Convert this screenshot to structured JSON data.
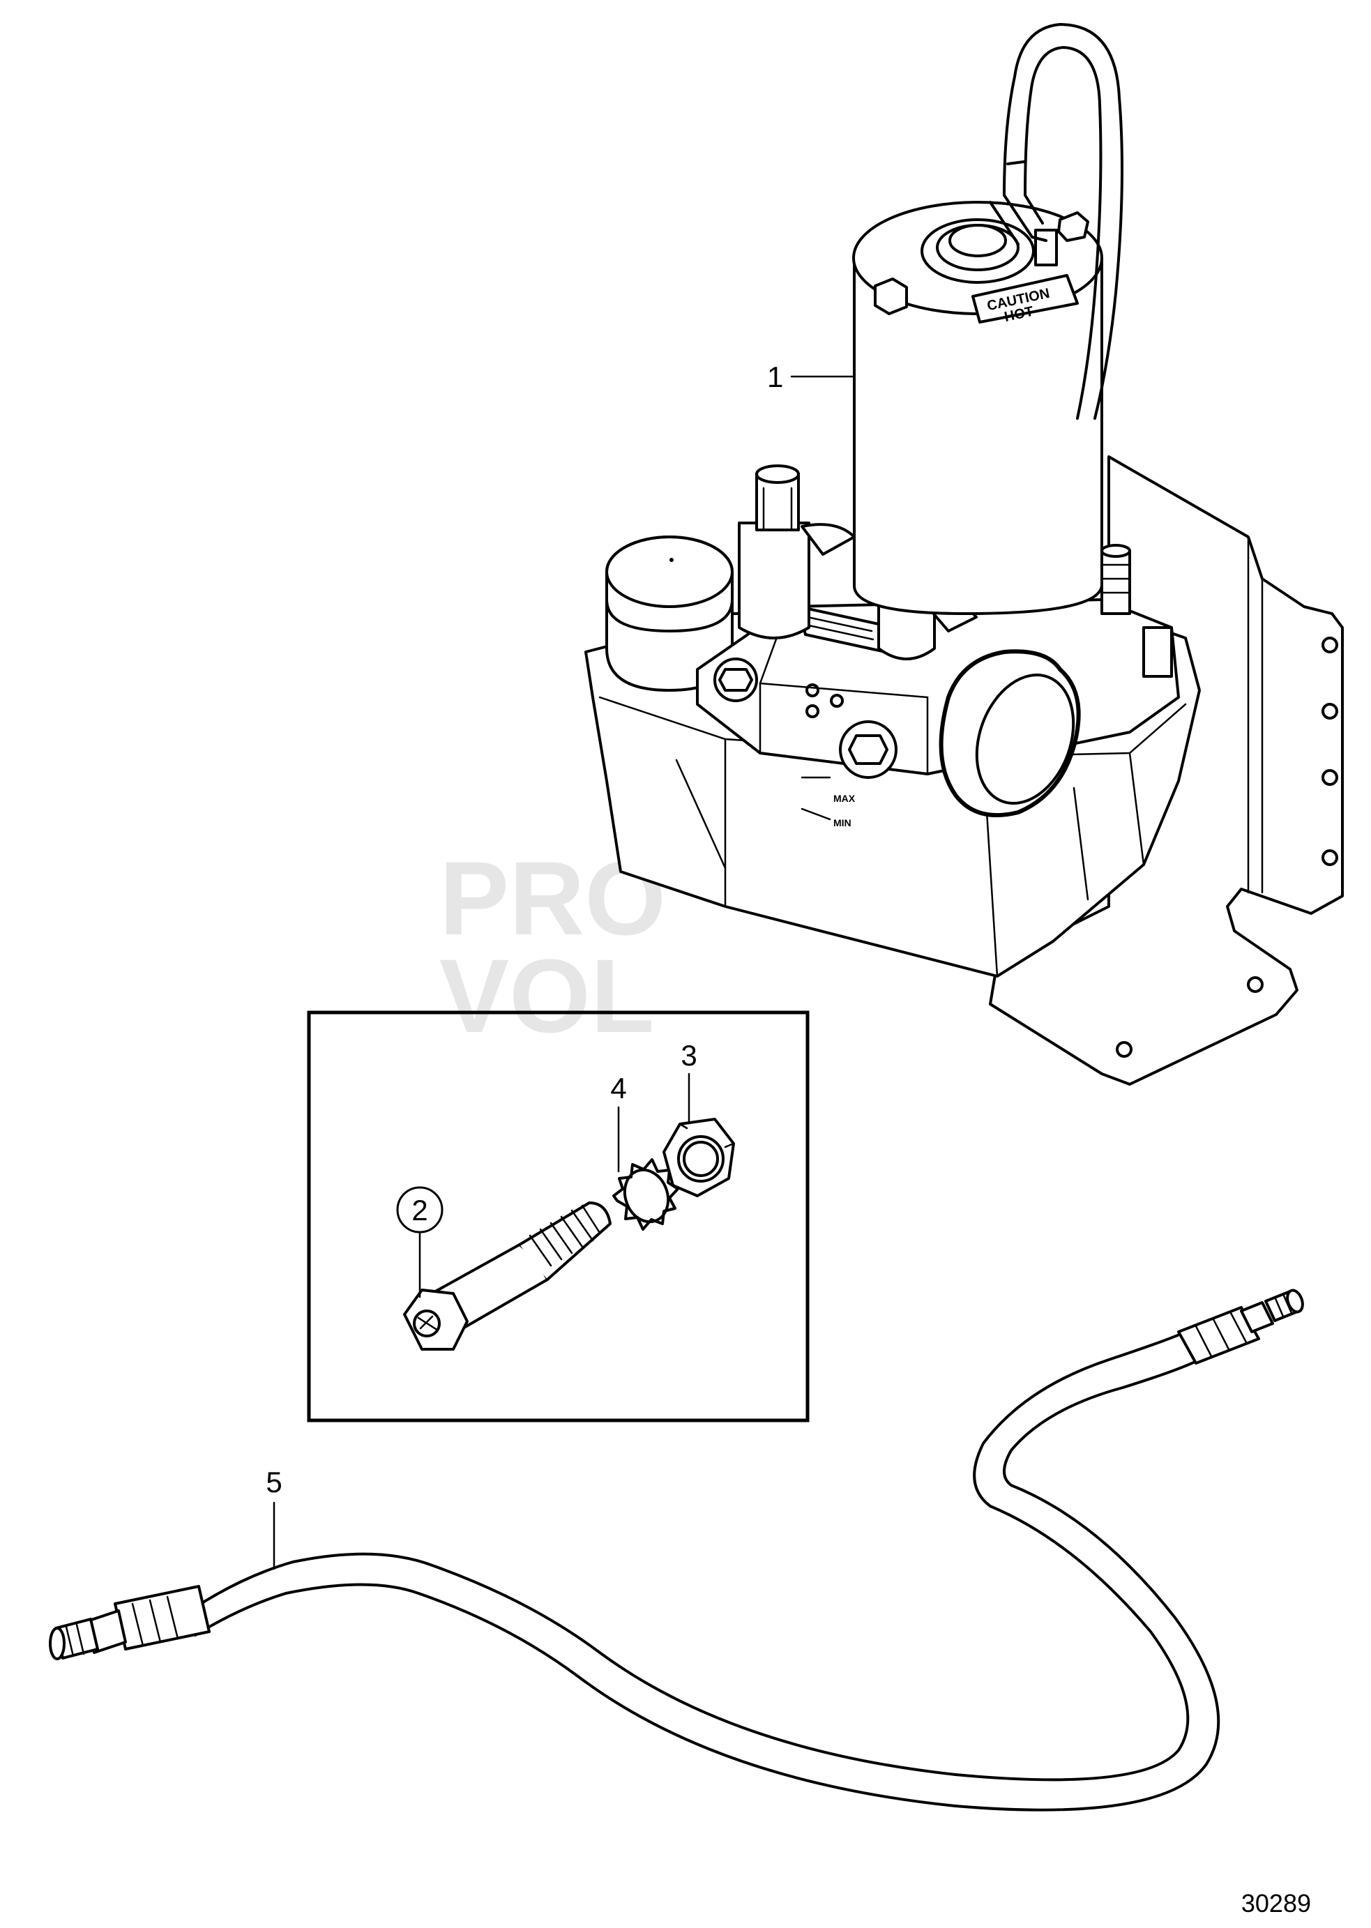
{
  "figure_id": "30289",
  "watermark": {
    "line1": "PRO",
    "line2": "VOL"
  },
  "callouts": [
    {
      "id": "1",
      "label": "1"
    },
    {
      "id": "2",
      "label": "2"
    },
    {
      "id": "3",
      "label": "3"
    },
    {
      "id": "4",
      "label": "4"
    },
    {
      "id": "5",
      "label": "5"
    }
  ],
  "labels": {
    "caution_line1": "CAUTION",
    "caution_line2": "HOT",
    "level_max": "MAX",
    "level_min": "MIN"
  }
}
